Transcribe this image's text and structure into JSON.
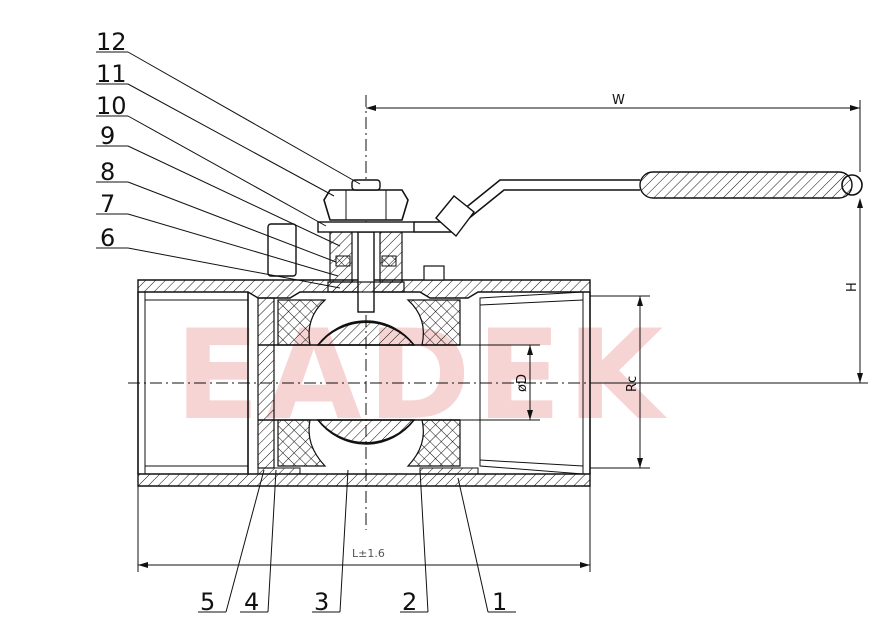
{
  "watermark": {
    "text": "EADEK",
    "colors": [
      "#f2b8b8",
      "#c8cbe6"
    ]
  },
  "dimensions": {
    "width_label": "W",
    "height_label": "H",
    "length_label": "L±1.6",
    "thread_label": "Rc",
    "bore_label": "øD"
  },
  "parts_left": [
    "12",
    "11",
    "10",
    "9",
    "8",
    "7",
    "6"
  ],
  "parts_bottom": [
    "5",
    "4",
    "3",
    "2",
    "1"
  ]
}
